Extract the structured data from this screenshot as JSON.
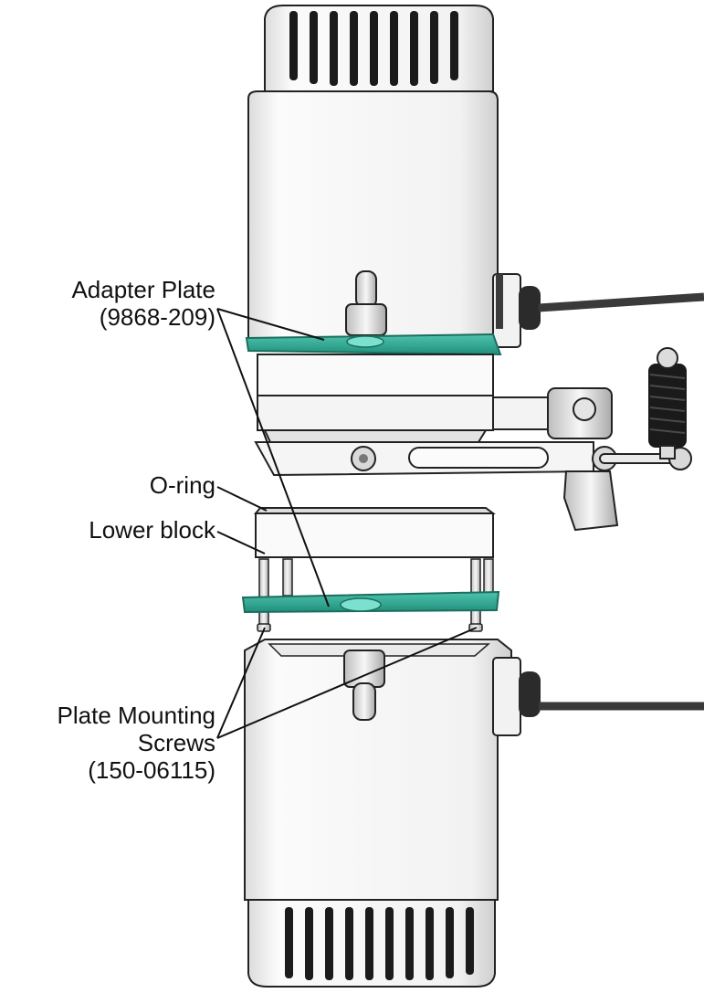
{
  "labels": {
    "adapter_plate": {
      "name": "Adapter Plate",
      "part": "(9868-209)"
    },
    "o_ring": "O-ring",
    "lower_block": "Lower block",
    "mounting_screws": {
      "line1": "Plate Mounting",
      "line2": "Screws",
      "part": "(150-06115)"
    }
  },
  "colors": {
    "plate": "#2aa892",
    "plate_edge": "#1b6e5e",
    "body": "#f4f4f4",
    "outline": "#222222",
    "cable": "#3a3a3a",
    "spring": "#1a1a1a"
  }
}
